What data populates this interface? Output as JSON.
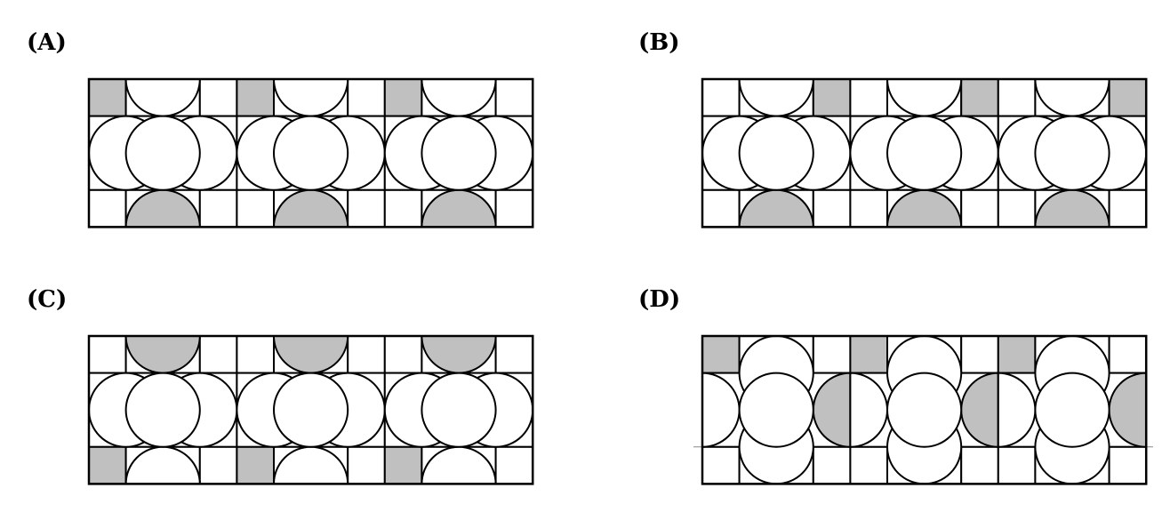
{
  "colors": {
    "shade": "#c0c0c0",
    "line": "#000000",
    "fill": "#ffffff"
  },
  "panels": [
    {
      "label": "(A)",
      "type": "stacked-row",
      "shaded": {
        "top_left_square": true,
        "top_right_square": false,
        "top_semicircle": false,
        "bottom_left_square": false,
        "bottom_semicircle": true
      }
    },
    {
      "label": "(B)",
      "type": "stacked-row",
      "shaded": {
        "top_left_square": false,
        "top_right_square": true,
        "top_semicircle": false,
        "bottom_left_square": false,
        "bottom_semicircle": true
      }
    },
    {
      "label": "(C)",
      "type": "stacked-row",
      "shaded": {
        "top_left_square": false,
        "top_right_square": false,
        "top_semicircle": true,
        "bottom_left_square": true,
        "bottom_semicircle": false
      }
    },
    {
      "label": "(D)",
      "type": "stacked-column",
      "shaded": {
        "top_left_square": true,
        "right_half_circle": true
      }
    }
  ],
  "repeats": 3
}
